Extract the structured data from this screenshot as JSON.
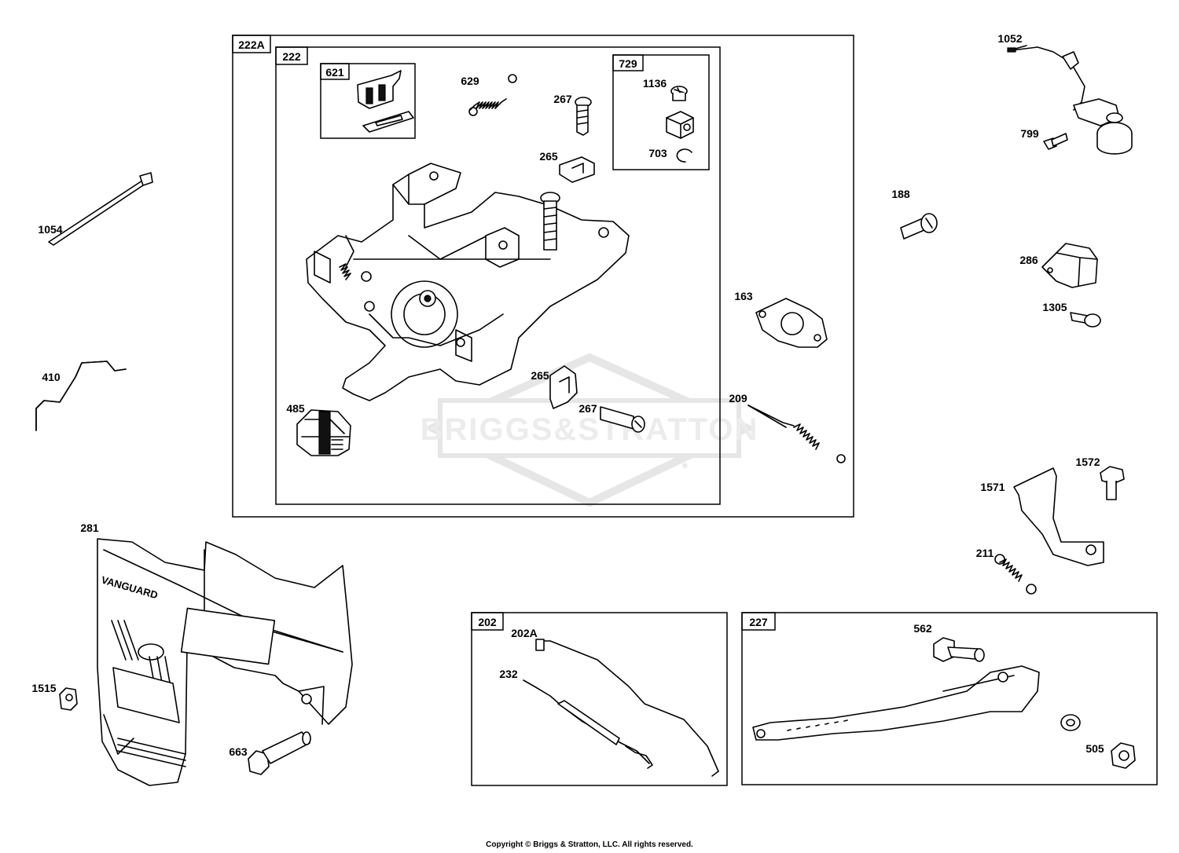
{
  "watermark": {
    "brand": "BRIGGS&STRATTON",
    "mark": "®"
  },
  "boxes": {
    "b222A": "222A",
    "b222": "222",
    "b621": "621",
    "b729": "729",
    "b202": "202",
    "b227": "227"
  },
  "labels": {
    "l629": "629",
    "l267a": "267",
    "l1136": "1136",
    "l703": "703",
    "l265a": "265",
    "l163": "163",
    "l265b": "265",
    "l267b": "267",
    "l209": "209",
    "l485": "485",
    "l1052": "1052",
    "l799": "799",
    "l188": "188",
    "l286": "286",
    "l1305": "1305",
    "l1054": "1054",
    "l410": "410",
    "l1571": "1571",
    "l1572": "1572",
    "l211": "211",
    "l281": "281",
    "l1515": "1515",
    "l663": "663",
    "l202A": "202A",
    "l232": "232",
    "l562": "562",
    "l505": "505"
  },
  "cover_text": "VANGUARD",
  "copyright": "Copyright © Briggs & Stratton, LLC. All rights reserved."
}
